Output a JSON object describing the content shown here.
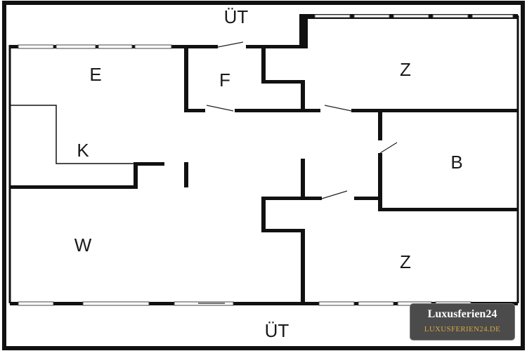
{
  "rooms": {
    "ut_top": "ÜT",
    "e": "E",
    "f": "F",
    "z_top": "Z",
    "k": "K",
    "b": "B",
    "w": "W",
    "z_bottom": "Z",
    "ut_bottom": "ÜT"
  },
  "watermark": {
    "title": "Luxusferien24",
    "url": "LUXUSFERIEN24.DE"
  }
}
